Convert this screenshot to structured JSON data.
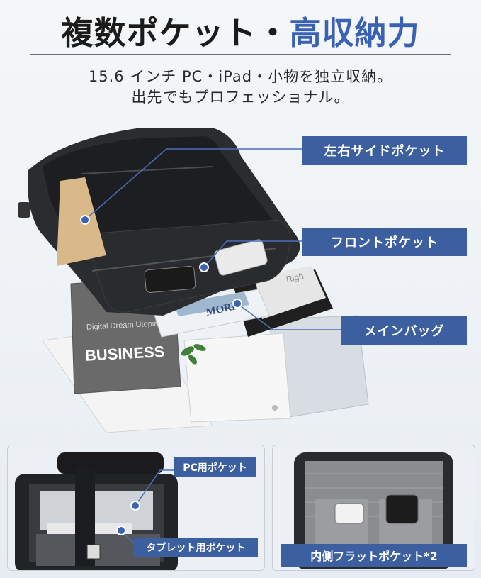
{
  "heading": {
    "part1": "複数ポケット・",
    "part2": "高収納力"
  },
  "subtitle": {
    "line1": "15.6 インチ PC・iPad・小物を独立収納。",
    "line2": "出先でもプロフェッショナル。"
  },
  "callouts": {
    "side_pockets": "左右サイドポケット",
    "front_pocket": "フロントポケット",
    "main_bag": "メインバッグ",
    "pc_pocket": "PC用ポケット",
    "tablet_pocket": "タブレット用ポケット",
    "inner_flat_pocket": "内側フラットポケット*2"
  },
  "product_props": {
    "book_business": "BUSINESS",
    "book_more": "MORE",
    "book_digital": "Digital Dream Utopia",
    "book_right": "Righ"
  },
  "colors": {
    "accent": "#3a62b4",
    "callout_bg": "#3c5f9f",
    "text_dark": "#1b1b1b"
  }
}
